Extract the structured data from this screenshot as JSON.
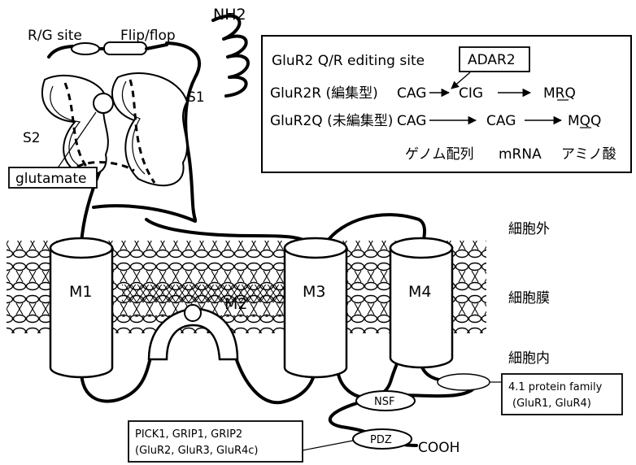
{
  "receptor": {
    "terminal_n": "NH2",
    "terminal_c": "COOH",
    "rg_site": "R/G site",
    "flip_flop": "Flip/flop",
    "s1": "S1",
    "s2": "S2",
    "glutamate": "glutamate",
    "segments": [
      "M1",
      "M2",
      "M3",
      "M4"
    ]
  },
  "membrane": {
    "outside": "細胞外",
    "membrane": "細胞膜",
    "inside": "細胞内"
  },
  "editing_box": {
    "title": "GluR2 Q/R editing site",
    "enzyme": "ADAR2",
    "rows": [
      {
        "name": "GluR2R (編集型)",
        "genome": "CAG",
        "mrna": "CIG",
        "protein": "MRQ"
      },
      {
        "name": "GluR2Q (未編集型)",
        "genome": "CAG",
        "mrna": "CAG",
        "protein": "MQQ"
      }
    ],
    "arrow": "→",
    "footer": [
      "ゲノム配列",
      "mRNA",
      "アミノ酸"
    ]
  },
  "partners": {
    "nsf": "NSF",
    "pdz": "PDZ",
    "protein41_line1": "4.1 protein family",
    "protein41_line2": "(GluR1, GluR4)",
    "pick_line1": "PICK1, GRIP1, GRIP2",
    "pick_line2": "(GluR2, GluR3, GluR4c)"
  }
}
